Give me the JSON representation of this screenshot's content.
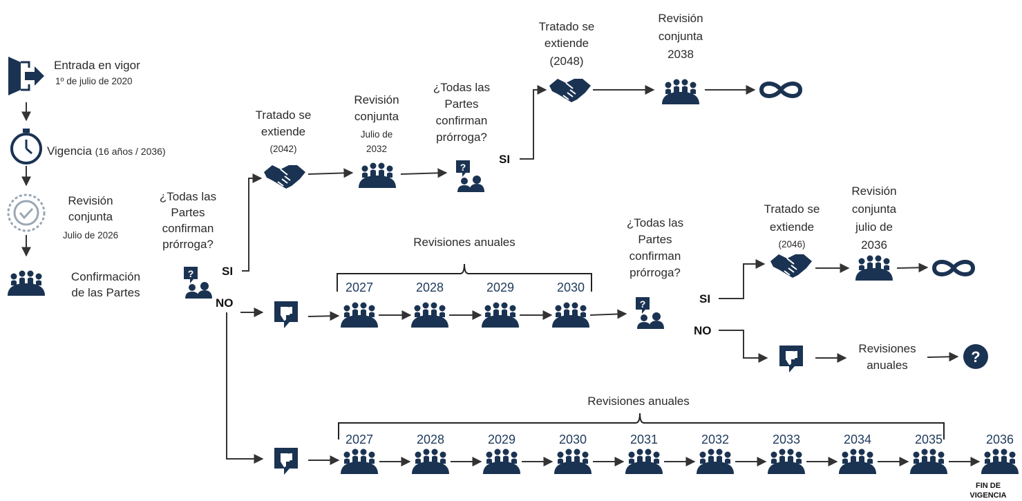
{
  "legend": {
    "entry_title": "Entrada en vigor",
    "entry_date": "1º de julio de 2020",
    "validity_label": "Vigencia",
    "validity_detail": "(16 años / 2036)",
    "review_l1": "Revisión",
    "review_l2": "conjunta",
    "review_date": "Julio de 2026",
    "confirm_l1": "Confirmación",
    "confirm_l2": "de las Partes"
  },
  "question": {
    "l1": "¿Todas las",
    "l2": "Partes",
    "l3": "confirman",
    "l4": "prórroga?"
  },
  "answers": {
    "si": "SI",
    "no": "NO"
  },
  "mid_branch": {
    "ext_l1": "Tratado se",
    "ext_l2": "extiende",
    "ext_year": "(2042)",
    "rev_l1": "Revisión",
    "rev_l2": "conjunta",
    "rev_l3": "Julio de",
    "rev_l4": "2032"
  },
  "top_branch": {
    "ext_l1": "Tratado se",
    "ext_l2": "extiende",
    "ext_year": "(2048)",
    "rev_l1": "Revisión",
    "rev_l2": "conjunta",
    "rev_year": "2038"
  },
  "right_branch": {
    "ext_l1": "Tratado se",
    "ext_l2": "extiende",
    "ext_year": "(2046)",
    "rev_l1": "Revisión",
    "rev_l2": "conjunta",
    "rev_l3": "julio de",
    "rev_l4": "2036",
    "annual_l1": "Revisiones",
    "annual_l2": "anuales"
  },
  "annual_title": "Revisiones anuales",
  "annual_years_short": [
    "2027",
    "2028",
    "2029",
    "2030"
  ],
  "annual_years_long": [
    "2027",
    "2028",
    "2029",
    "2030",
    "2031",
    "2032",
    "2033",
    "2034",
    "2035",
    "2036"
  ],
  "end_label_l1": "FIN DE",
  "end_label_l2": "VIGENCIA",
  "colors": {
    "icon": "#1b3352",
    "line": "#333333",
    "text": "#2a2a2a",
    "year": "#1e3a5c"
  }
}
